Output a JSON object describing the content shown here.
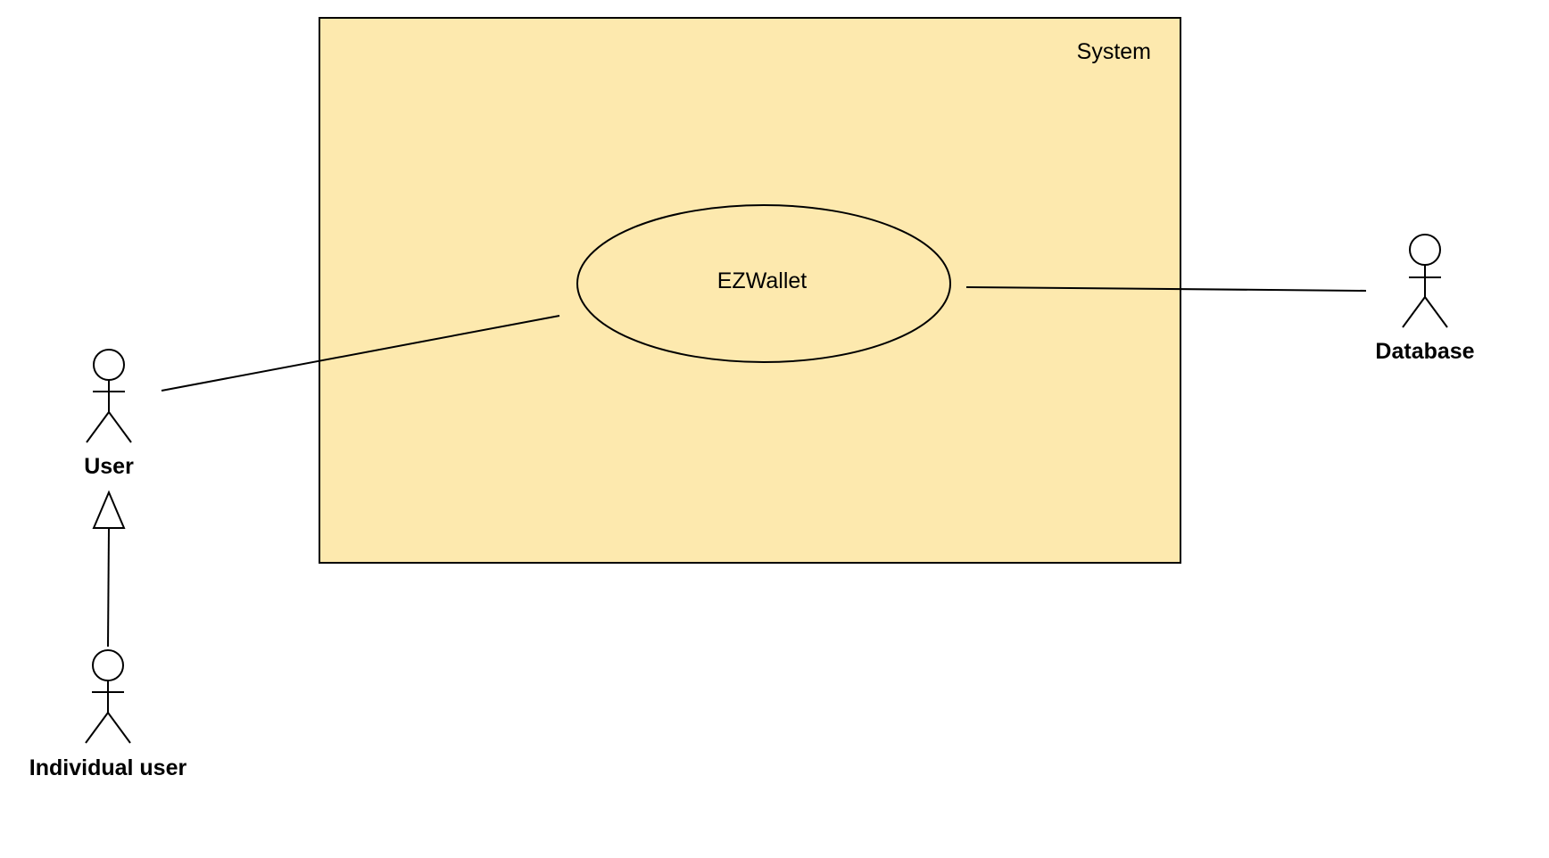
{
  "colors": {
    "system_fill": "#FDE9AE",
    "line": "#000000",
    "background": "#FFFFFF"
  },
  "system": {
    "label": "System"
  },
  "use_case": {
    "label": "EZWallet"
  },
  "actors": {
    "user": {
      "label": "User"
    },
    "individual_user": {
      "label": "Individual user"
    },
    "database": {
      "label": "Database"
    }
  },
  "relationships": [
    {
      "type": "association",
      "from": "User",
      "to": "EZWallet"
    },
    {
      "type": "association",
      "from": "EZWallet",
      "to": "Database"
    },
    {
      "type": "generalization",
      "from": "Individual user",
      "to": "User"
    }
  ]
}
